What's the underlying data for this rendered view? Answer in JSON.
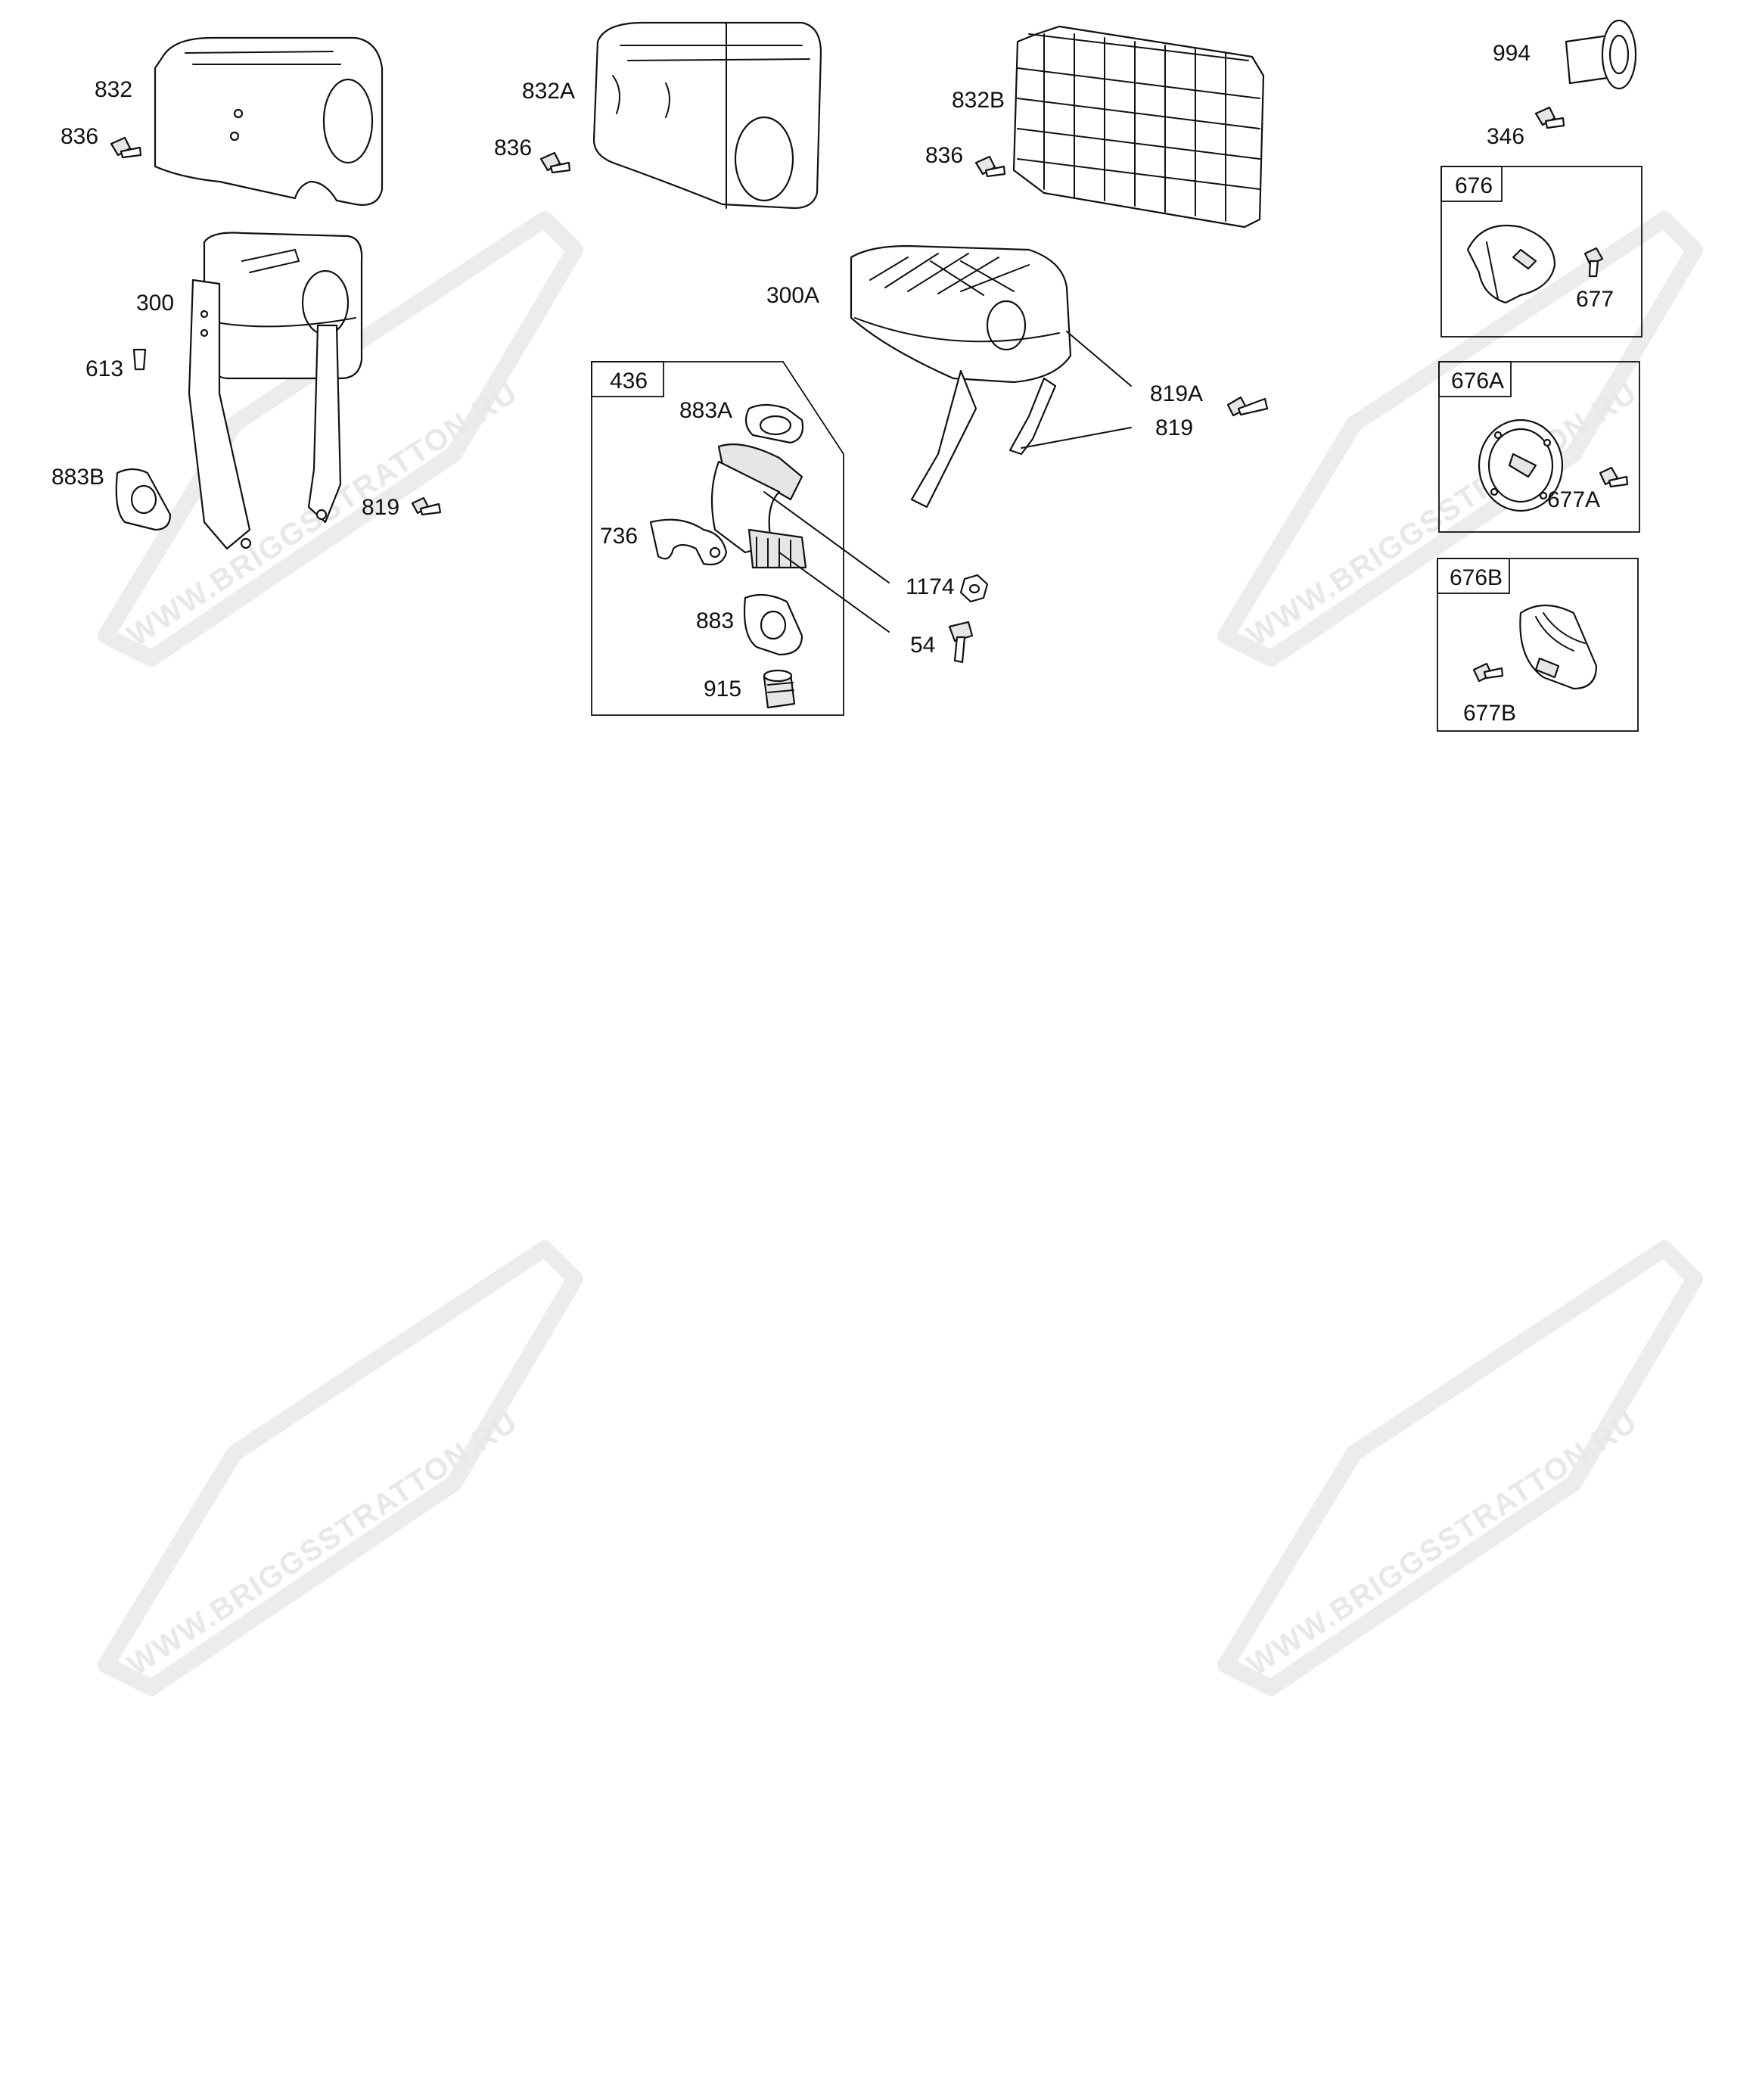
{
  "watermark": {
    "text": "WWW.BRIGGSSTRATTON.RU"
  },
  "callouts": {
    "p832": "832",
    "p836a": "836",
    "p832A": "832A",
    "p836b": "836",
    "p832B": "832B",
    "p836c": "836",
    "p994": "994",
    "p346": "346",
    "p300": "300",
    "p613": "613",
    "p883B": "883B",
    "p819a": "819",
    "p300A": "300A",
    "p819A": "819A",
    "p819b": "819",
    "p883A": "883A",
    "p736": "736",
    "p1174": "1174",
    "p883": "883",
    "p54": "54",
    "p915": "915",
    "p677": "677",
    "p677A": "677A",
    "p677B": "677B"
  },
  "kits": {
    "k436": "436",
    "k676": "676",
    "k676A": "676A",
    "k676B": "676B"
  }
}
